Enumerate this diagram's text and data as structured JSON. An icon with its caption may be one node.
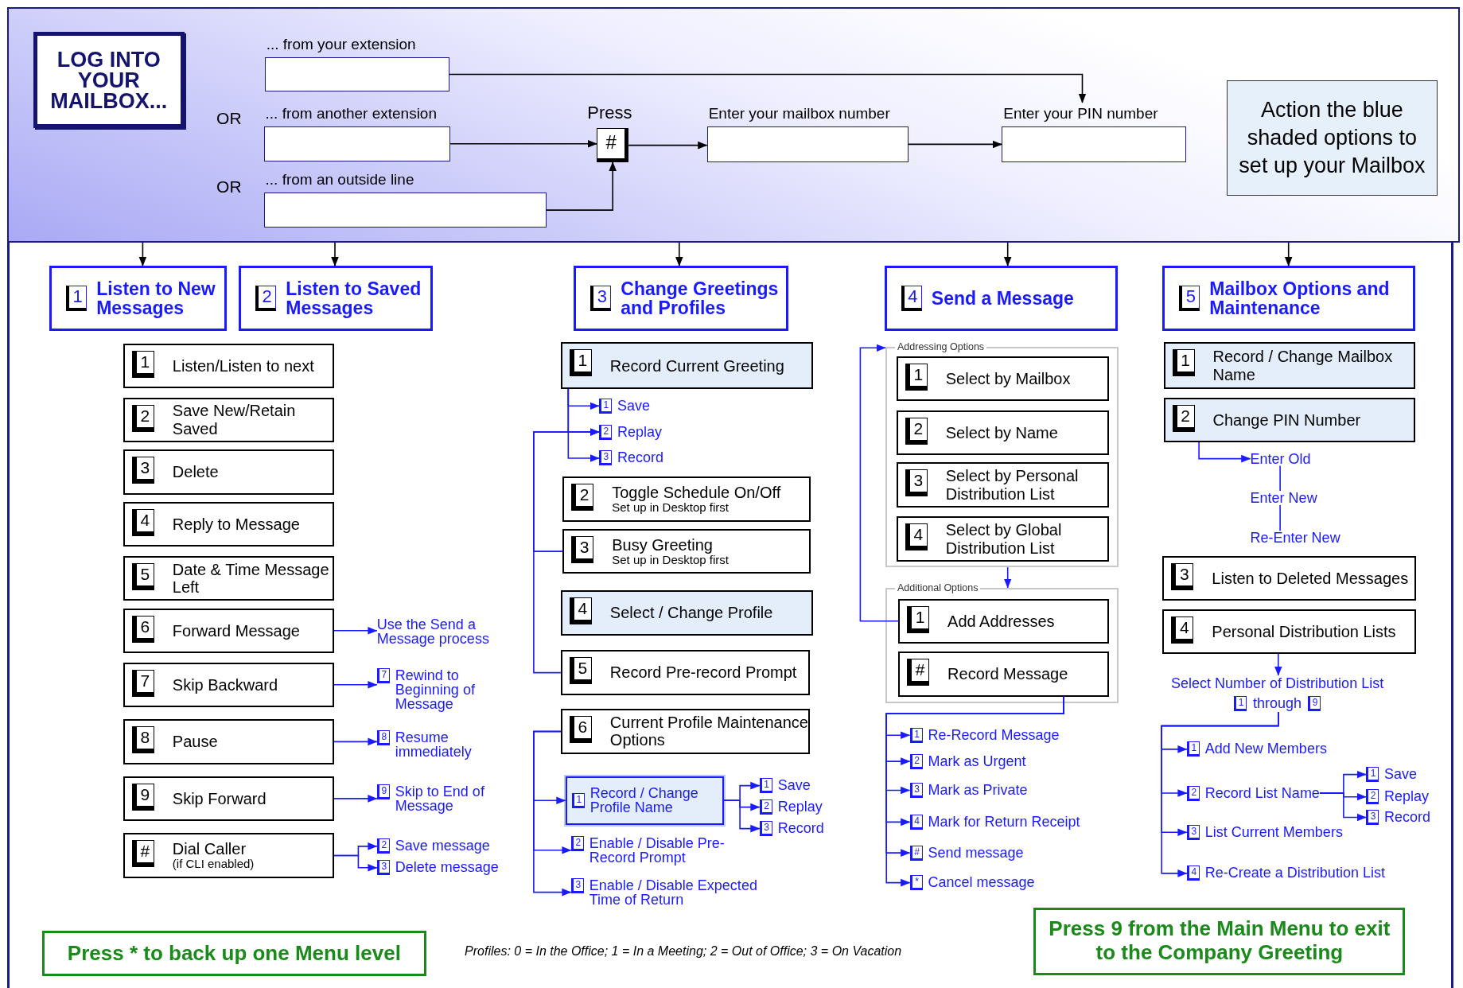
{
  "diagram": {
    "nodes": [
      {
        "text": [],
        "shape": "box"
      },
      {
        "text": [
          "LOG INTO YOUR MAILBOX..."
        ],
        "in": 0
      },
      {
        "text": [
          "... from your extension"
        ],
        "in": 0
      },
      {
        "text": [
          "... from another extension"
        ],
        "in": 0
      },
      {
        "text": [
          "... from an outside line"
        ],
        "in": 0
      },
      {
        "text": [
          "Press",
          "#"
        ],
        "in": 0
      },
      {
        "text": [
          "Enter your mailbox number"
        ],
        "in": 0
      },
      {
        "text": [
          "Enter your PIN number"
        ],
        "in": 0
      },
      {
        "text": [
          "Action the blue shaded options to set up your Mailbox"
        ],
        "in": 0
      },
      {
        "text": [
          "1",
          "Listen to New Messages"
        ]
      },
      {
        "text": [
          "2",
          "Listen to Saved Messages"
        ]
      },
      {
        "text": [
          "3",
          "Change Greetings and Profiles"
        ]
      },
      {
        "text": [
          "4",
          "Send a Message"
        ]
      },
      {
        "text": [
          "5",
          "Mailbox Options and Maintenance"
        ]
      },
      {
        "text": [
          "1",
          "Listen/Listen to next"
        ]
      },
      {
        "text": [
          "2",
          "Save New/Retain Saved"
        ]
      },
      {
        "text": [
          "3",
          "Delete"
        ]
      },
      {
        "text": [
          "4",
          "Reply to Message"
        ]
      },
      {
        "text": [
          "5",
          "Date & Time Message Left"
        ]
      },
      {
        "text": [
          "6",
          "Forward Message"
        ]
      },
      {
        "text": [
          "7",
          "Skip Backward"
        ]
      },
      {
        "text": [
          "8",
          "Pause"
        ]
      },
      {
        "text": [
          "9",
          "Skip Forward"
        ]
      },
      {
        "text": [
          "#",
          "Dial Caller",
          "(if CLI enabled)"
        ]
      },
      {
        "text": [
          "Use the Send a Message process"
        ]
      },
      {
        "text": [
          "7",
          "Rewind to Beginning of Message"
        ]
      },
      {
        "text": [
          "8",
          "Resume immediately"
        ]
      },
      {
        "text": [
          "9",
          "Skip to End of Message"
        ]
      },
      {
        "text": [
          "2",
          "Save message"
        ]
      },
      {
        "text": [
          "3",
          "Delete message"
        ]
      },
      {
        "text": [
          "1",
          "Record Current Greeting"
        ]
      },
      {
        "text": [
          "1",
          "Save"
        ]
      },
      {
        "text": [
          "2",
          "Replay"
        ]
      },
      {
        "text": [
          "3",
          "Record"
        ]
      },
      {
        "text": [
          "2",
          "Toggle Schedule On/Off",
          "Set up in Desktop first"
        ]
      },
      {
        "text": [
          "3",
          "Busy Greeting",
          "Set up in Desktop first"
        ]
      },
      {
        "text": [
          "4",
          "Select / Change Profile"
        ]
      },
      {
        "text": [
          "5",
          "Record Pre-record Prompt"
        ]
      },
      {
        "text": [
          "6",
          "Current Profile Maintenance Options"
        ]
      },
      {
        "text": [
          "1",
          "Record / Change Profile Name"
        ]
      },
      {
        "text": [
          "1",
          "Save"
        ]
      },
      {
        "text": [
          "2",
          "Replay"
        ]
      },
      {
        "text": [
          "3",
          "Record"
        ]
      },
      {
        "text": [
          "2",
          "Enable / Disable Pre-Record Prompt"
        ]
      },
      {
        "text": [
          "3",
          "Enable / Disable Expected Time of Return"
        ]
      },
      {
        "text": [
          "Addressing Options"
        ]
      },
      {
        "text": [
          "1",
          "Select by Mailbox"
        ],
        "in": 45
      },
      {
        "text": [
          "2",
          "Select by Name"
        ],
        "in": 45
      },
      {
        "text": [
          "3",
          "Select by Personal Distribution List"
        ],
        "in": 45
      },
      {
        "text": [
          "4",
          "Select by Global Distribution List"
        ],
        "in": 45
      },
      {
        "text": [
          "Additional Options"
        ]
      },
      {
        "text": [
          "1",
          "Add Addresses"
        ],
        "in": 50
      },
      {
        "text": [
          "#",
          "Record Message"
        ],
        "in": 50
      },
      {
        "text": [
          "1",
          "Re-Record Message"
        ]
      },
      {
        "text": [
          "2",
          "Mark as Urgent"
        ]
      },
      {
        "text": [
          "3",
          "Mark as Private"
        ]
      },
      {
        "text": [
          "4",
          "Mark for Return Receipt"
        ]
      },
      {
        "text": [
          "#",
          "Send message"
        ]
      },
      {
        "text": [
          "*",
          "Cancel message"
        ]
      },
      {
        "text": [
          "1",
          "Record / Change Mailbox Name"
        ]
      },
      {
        "text": [
          "2",
          "Change PIN Number"
        ]
      },
      {
        "text": [
          "Enter Old"
        ]
      },
      {
        "text": [
          "Enter New"
        ]
      },
      {
        "text": [
          "Re-Enter New"
        ]
      },
      {
        "text": [
          "3",
          "Listen to Deleted Messages"
        ]
      },
      {
        "text": [
          "4",
          "Personal Distribution Lists"
        ]
      },
      {
        "text": [
          "Select Number of Distribution List",
          "1",
          "through",
          "9"
        ]
      },
      {
        "text": [
          "1",
          "Add New Members"
        ]
      },
      {
        "text": [
          "2",
          "Record List Name"
        ]
      },
      {
        "text": [
          "1",
          "Save"
        ]
      },
      {
        "text": [
          "2",
          "Replay"
        ]
      },
      {
        "text": [
          "3",
          "Record"
        ]
      },
      {
        "text": [
          "3",
          "List Current Members"
        ]
      },
      {
        "text": [
          "4",
          "Re-Create a Distribution List"
        ]
      },
      {
        "text": [
          "Press * to back up one Menu level"
        ]
      },
      {
        "text": [
          "Press 9 from the Main Menu to exit to the Company Greeting"
        ]
      }
    ],
    "edges": [
      {
        "from": 2,
        "to": 7,
        "arrow": "to",
        "color": "#000000"
      },
      {
        "from": 3,
        "to": 5,
        "arrow": "to",
        "color": "#000000"
      },
      {
        "from": 4,
        "to": 5,
        "arrow": "to",
        "color": "#000000"
      },
      {
        "from": 5,
        "to": 6,
        "arrow": "to",
        "color": "#000000"
      },
      {
        "from": 6,
        "to": 7,
        "arrow": "to",
        "color": "#000000"
      },
      {
        "from": 0,
        "to": 9,
        "arrow": "to",
        "color": "#000000"
      },
      {
        "from": 0,
        "to": 10,
        "arrow": "to",
        "color": "#000000"
      },
      {
        "from": 0,
        "to": 11,
        "arrow": "to",
        "color": "#000000"
      },
      {
        "from": 0,
        "to": 12,
        "arrow": "to",
        "color": "#000000"
      },
      {
        "from": 0,
        "to": 13,
        "arrow": "to",
        "color": "#000000"
      },
      {
        "from": 19,
        "to": 24,
        "arrow": "to"
      },
      {
        "from": 20,
        "to": 25,
        "arrow": "to"
      },
      {
        "from": 21,
        "to": 26,
        "arrow": "to"
      },
      {
        "from": 22,
        "to": 27,
        "arrow": "to"
      },
      {
        "from": 23,
        "to": 28,
        "arrow": "to"
      },
      {
        "from": 23,
        "to": 29,
        "arrow": "to"
      },
      {
        "from": 30,
        "to": 31,
        "arrow": "to"
      },
      {
        "from": 30,
        "to": 32,
        "arrow": "to"
      },
      {
        "from": 30,
        "to": 33,
        "arrow": "to"
      },
      {
        "from": 35,
        "to": 32,
        "arrow": "to"
      },
      {
        "from": 37,
        "to": 32,
        "arrow": "to"
      },
      {
        "from": 38,
        "to": 39,
        "arrow": "to"
      },
      {
        "from": 38,
        "to": 43,
        "arrow": "to"
      },
      {
        "from": 38,
        "to": 44,
        "arrow": "to"
      },
      {
        "from": 39,
        "to": 40,
        "arrow": "to"
      },
      {
        "from": 39,
        "to": 41,
        "arrow": "to"
      },
      {
        "from": 39,
        "to": 42,
        "arrow": "to"
      },
      {
        "from": 45,
        "to": 50,
        "arrow": "to"
      },
      {
        "from": 51,
        "to": 45,
        "arrow": "to"
      },
      {
        "from": 52,
        "to": 53,
        "arrow": "to"
      },
      {
        "from": 52,
        "to": 54,
        "arrow": "to"
      },
      {
        "from": 52,
        "to": 55,
        "arrow": "to"
      },
      {
        "from": 52,
        "to": 56,
        "arrow": "to"
      },
      {
        "from": 52,
        "to": 57,
        "arrow": "to"
      },
      {
        "from": 52,
        "to": 58,
        "arrow": "to"
      },
      {
        "from": 60,
        "to": 61,
        "arrow": "to"
      },
      {
        "from": 61,
        "to": 62,
        "arrow": "none"
      },
      {
        "from": 62,
        "to": 63,
        "arrow": "none"
      },
      {
        "from": 65,
        "to": 66,
        "arrow": "to"
      },
      {
        "from": 66,
        "to": 67,
        "arrow": "to"
      },
      {
        "from": 66,
        "to": 68,
        "arrow": "to"
      },
      {
        "from": 66,
        "to": 72,
        "arrow": "to"
      },
      {
        "from": 66,
        "to": 73,
        "arrow": "to"
      },
      {
        "from": 68,
        "to": 69,
        "arrow": "to"
      },
      {
        "from": 68,
        "to": 70,
        "arrow": "to"
      },
      {
        "from": 68,
        "to": 71,
        "arrow": "to"
      }
    ],
    "labels": [
      "OR",
      "OR",
      "Profiles: 0 = In the Office; 1 = In a Meeting; 2 = Out of Office; 3 = On Vacation"
    ]
  }
}
